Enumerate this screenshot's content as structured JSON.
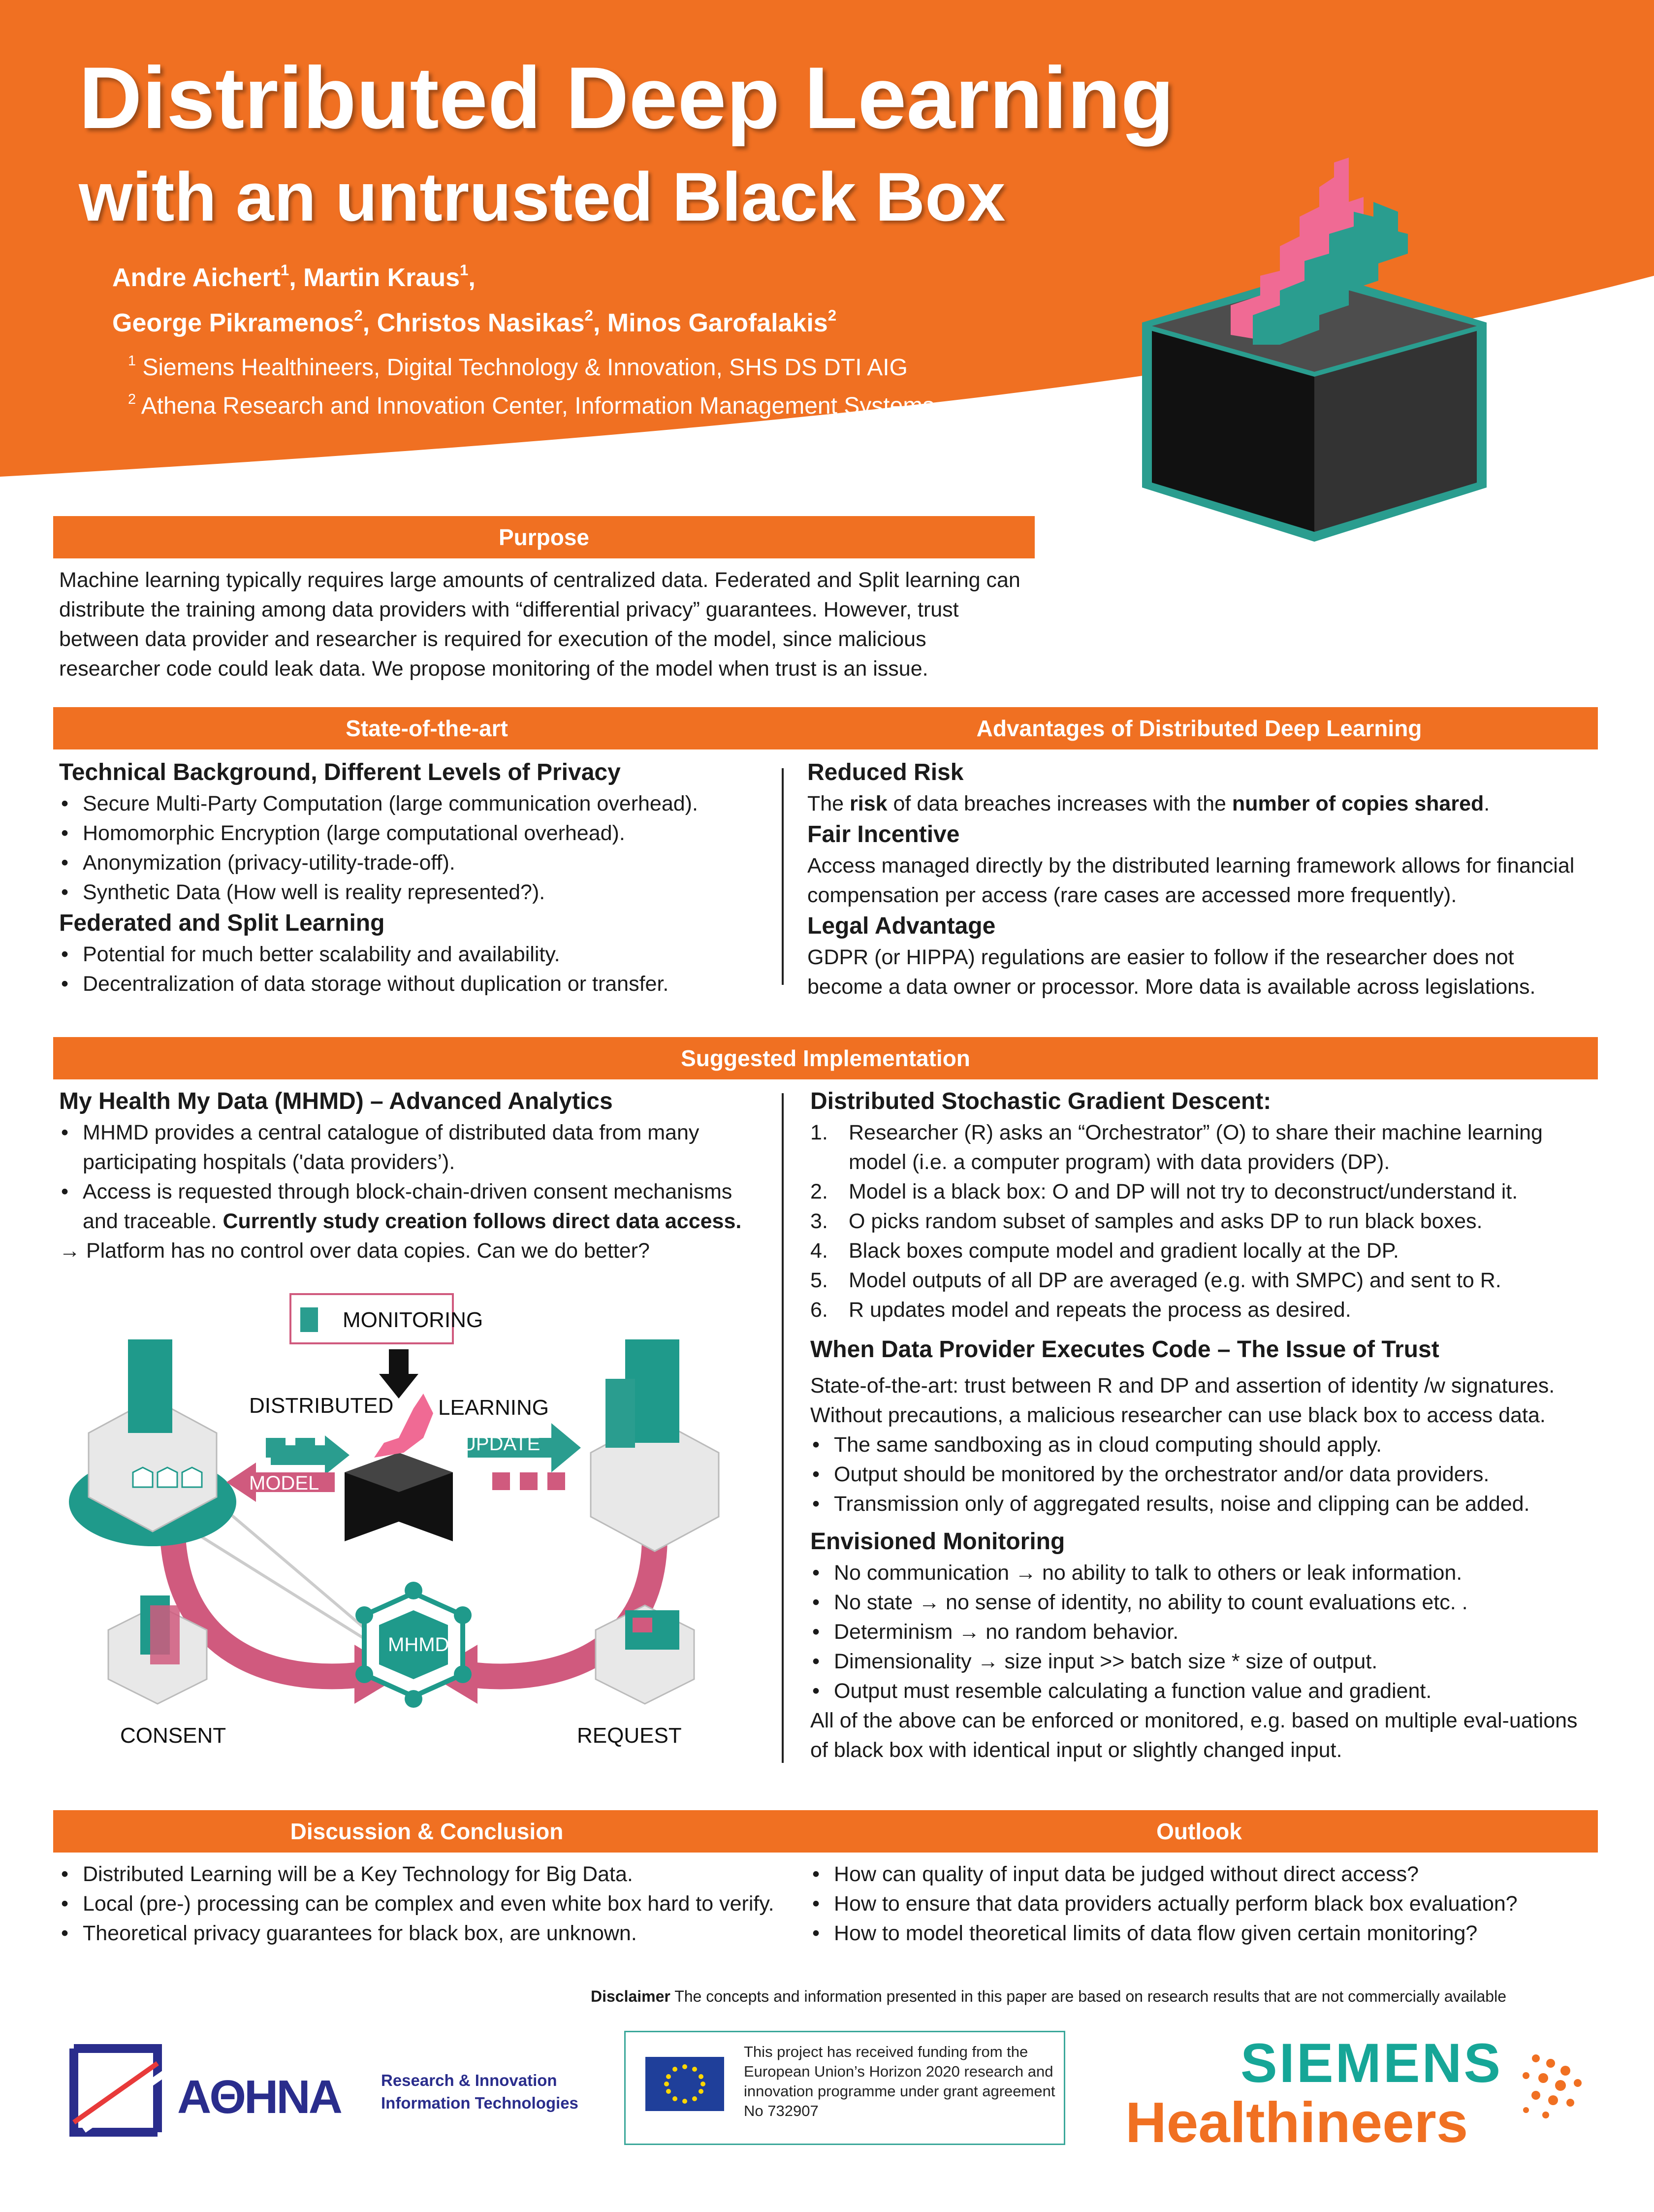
{
  "header": {
    "title_line1": "Distributed Deep Learning",
    "title_line2": "with an untrusted Black Box",
    "authors_line1": [
      {
        "name": "Andre Aichert",
        "sup": "1"
      },
      {
        "name": ", Martin Kraus",
        "sup": "1"
      },
      {
        "name": ",",
        "sup": ""
      }
    ],
    "authors_line2": [
      {
        "name": "George Pikramenos",
        "sup": "2"
      },
      {
        "name": ", Christos Nasikas",
        "sup": "2"
      },
      {
        "name": ", Minos Garofalakis",
        "sup": "2"
      }
    ],
    "affiliations": [
      {
        "sup": "1",
        "text": "Siemens Healthineers, Digital Technology & Innovation, SHS DS DTI AIG"
      },
      {
        "sup": "2",
        "text": "Athena Research and Innovation Center, Information Management Systems"
      }
    ]
  },
  "colors": {
    "orange": "#f07022",
    "teal": "#2a9d8f",
    "pink": "#f06a94",
    "dark": "#2b2b2b"
  },
  "purpose": {
    "heading": "Purpose",
    "text": "Machine learning typically requires large amounts of centralized data. Federated and Split learning can distribute the training among data providers with “differential privacy” guarantees. However, trust between data provider and researcher is required for execution of the model, since malicious researcher code could leak data. We propose monitoring of the model when trust is an issue."
  },
  "state_of_art": {
    "heading": "State-of-the-art",
    "sub1": "Technical Background, Different Levels of Privacy",
    "items1": [
      " Secure Multi-Party Computation (large communication overhead).",
      "Homomorphic Encryption (large computational overhead).",
      "Anonymization (privacy-utility-trade-off).",
      "Synthetic Data (How well is reality represented?)."
    ],
    "sub2": "Federated and Split Learning",
    "items2": [
      "Potential for much better scalability and availability.",
      "Decentralization of data storage without duplication or transfer."
    ]
  },
  "advantages": {
    "heading": "Advantages of Distributed Deep Learning",
    "sub1": "Reduced Risk",
    "t1a": "The ",
    "t1b": "risk",
    "t1c": " of data breaches increases with the ",
    "t1d": "number of copies shared",
    "t1e": ".",
    "sub2": "Fair Incentive",
    "t2": "Access managed directly by the distributed learning framework allows for financial compensation per access (rare cases are accessed more frequently).",
    "sub3": "Legal Advantage",
    "t3": "GDPR (or HIPPA) regulations are easier to follow if the researcher does not become a data owner or processor.  More data is available across legislations."
  },
  "implementation": {
    "heading": "Suggested Implementation",
    "left": {
      "sub": "My Health My Data (MHMD) – Advanced Analytics",
      "item1": "MHMD provides a central catalogue of distributed data from many participating hospitals ('data providers’).",
      "item2a": "Access is requested through block-chain-driven consent mechanisms and traceable. ",
      "item2b": "Currently study creation follows direct data access.",
      "arrow_line": "→ Platform has no control over data copies. Can we do better?"
    },
    "figure": {
      "monitoring": "MONITORING",
      "distributed": "DISTRIBUTED",
      "learning": "LEARNING",
      "update": "UPDATE",
      "model": "MODEL",
      "mhmd": "MHMD",
      "consent": "CONSENT",
      "request": "REQUEST"
    },
    "right": {
      "sub1": "Distributed Stochastic Gradient Descent:",
      "steps": [
        {
          "n": "1.",
          "text": "Researcher (R) asks an “Orchestrator” (O) to share their machine learning model (i.e. a computer program) with data providers (DP)."
        },
        {
          "n": "2.",
          "text": "Model is a black box: O and DP will not try to deconstruct/understand it."
        },
        {
          "n": "3.",
          "text": "O picks random subset of samples and asks DP to run black boxes."
        },
        {
          "n": "4.",
          "text": "Black boxes compute model and gradient locally at the DP."
        },
        {
          "n": "5.",
          "text": "Model outputs of all DP are averaged (e.g. with SMPC) and sent to R."
        },
        {
          "n": "6.",
          "text": "R updates model and repeats the process as desired."
        }
      ],
      "sub2": "When Data Provider Executes Code – The Issue of Trust",
      "trust_text": "State-of-the-art: trust between R and DP and assertion of identity /w signatures. Without precautions, a malicious researcher can use black box to access data.",
      "trust_items": [
        "The same sandboxing as in cloud computing should apply.",
        "Output should be monitored by the orchestrator and/or data providers.",
        "Transmission only of aggregated results, noise and clipping can be added."
      ],
      "sub3": "Envisioned Monitoring",
      "monitor_items": [
        "No communication → no ability to talk to others or leak information.",
        "No state → no sense of identity, no ability to count evaluations etc. .",
        "Determinism → no random behavior.",
        "Dimensionality → size input >> batch size * size of output.",
        "Output must resemble calculating a function value and gradient."
      ],
      "closing": "All of the above can be enforced or monitored, e.g. based on multiple eval-uations of black box with identical input or slightly changed input."
    }
  },
  "discussion": {
    "heading": "Discussion & Conclusion",
    "items": [
      "Distributed Learning will be a Key Technology for Big Data.",
      "Local (pre-) processing can be complex and even white box hard to verify.",
      "Theoretical privacy guarantees for black box, are unknown."
    ]
  },
  "outlook": {
    "heading": "Outlook",
    "items": [
      "How can quality of input data be judged without direct access?",
      "How to ensure that data providers actually perform black box evaluation?",
      "How to model theoretical limits of data flow given certain monitoring?"
    ]
  },
  "footer": {
    "disclaimer_label": "Disclaimer",
    "disclaimer_text": " The concepts and information presented in this paper are based on research results that are not commercially available",
    "athena_name": "AΘHNA",
    "athena_sub1": "Research & Innovation",
    "athena_sub2": "Information Technologies",
    "eu_text": "This project has received funding from the European Union’s Horizon 2020 research and innovation programme under grant agreement No 732907",
    "siemens_line1": "SIEMENS",
    "siemens_line2": "Healthineers"
  }
}
